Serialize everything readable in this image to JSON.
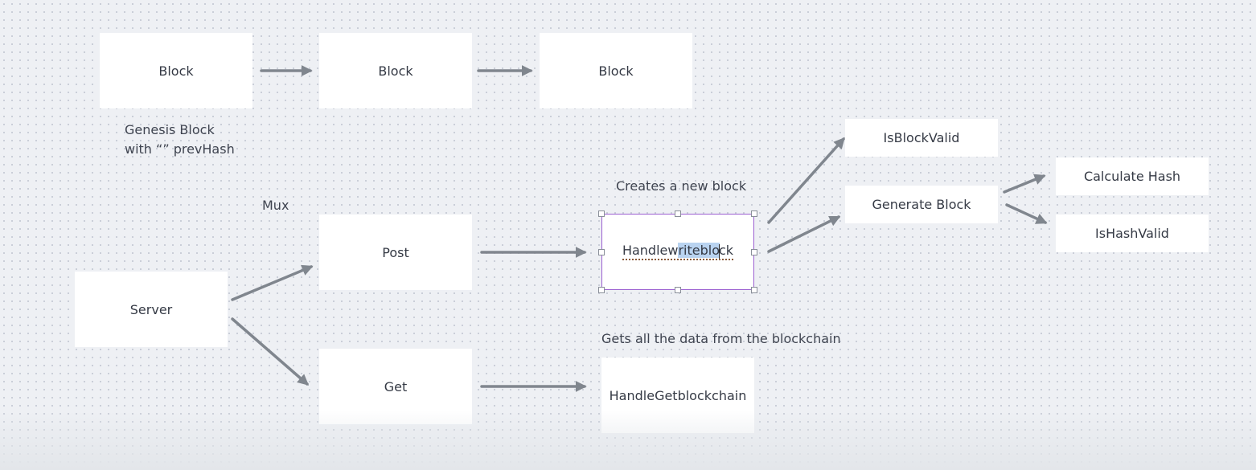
{
  "colors": {
    "arrow": "#80868e",
    "selection": "#9b5fd1",
    "highlight": "#b9d3f0"
  },
  "nodes": {
    "block1": "Block",
    "block2": "Block",
    "block3": "Block",
    "post": "Post",
    "server": "Server",
    "get": "Get",
    "handle_write_block": {
      "before": "Handlew",
      "selected": "riteblo",
      "after": "ck"
    },
    "handle_get_blockchain": "HandleGetblockchain",
    "is_block_valid": "IsBlockValid",
    "generate_block": "Generate Block",
    "calculate_hash": "Calculate Hash",
    "is_hash_valid": "IsHashValid"
  },
  "labels": {
    "genesis_line1": "Genesis Block",
    "genesis_line2": "with “” prevHash",
    "mux": "Mux",
    "creates_new_block": "Creates a new block",
    "gets_all_data": "Gets all the data from the blockchain"
  }
}
